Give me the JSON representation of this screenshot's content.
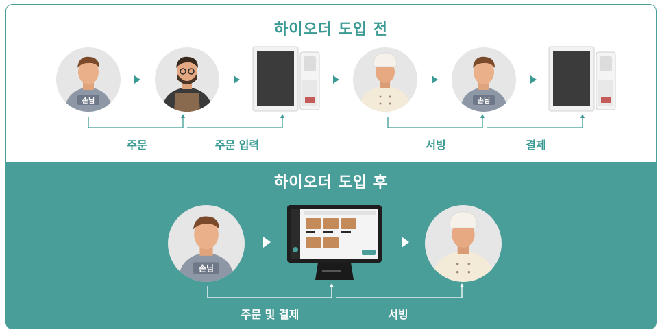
{
  "before": {
    "title": "하이오더 도입 전",
    "customer_badge": "손님",
    "labels": [
      "주문",
      "주문 입력",
      "서빙",
      "결제"
    ]
  },
  "after": {
    "title": "하이오더 도입 후",
    "customer_badge": "손님",
    "labels": [
      "주문 및 결제",
      "서빙"
    ]
  },
  "colors": {
    "accent": "#4a9e9a",
    "title_teal": "#3b9a93"
  }
}
